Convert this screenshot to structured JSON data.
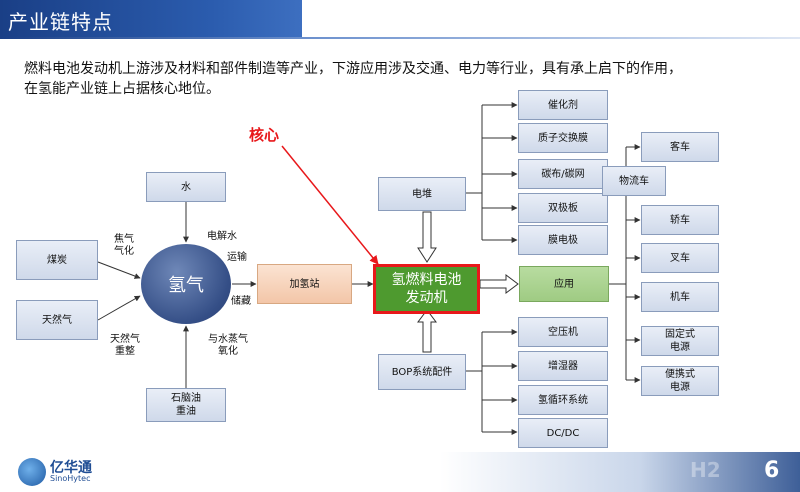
{
  "header": {
    "title": "产业链特点"
  },
  "description": {
    "line1": "燃料电池发动机上游涉及材料和部件制造等产业，下游应用涉及交通、电力等行业，具有承上启下的作用，",
    "line2": "在氢能产业链上占据核心地位。"
  },
  "core_label": "核心",
  "sources": {
    "coal": "煤炭",
    "natural_gas": "天然气",
    "water": "水",
    "petroleum_line1": "石脑油",
    "petroleum_line2": "重油"
  },
  "hydrogen": "氢气",
  "process_labels": {
    "coking_gasification_1": "焦气",
    "coking_gasification_2": "气化",
    "gas_reforming_1": "天然气",
    "gas_reforming_2": "重整",
    "electrolysis": "电解水",
    "transport": "运输",
    "storage": "储藏",
    "steam_oxidation_1": "与水蒸气",
    "steam_oxidation_2": "氧化"
  },
  "station": "加氢站",
  "engine": {
    "line1": "氢燃料电池",
    "line2": "发动机"
  },
  "stack": "电堆",
  "stack_parts": [
    "催化剂",
    "质子交换膜",
    "碳布/碳网",
    "双极板",
    "膜电极"
  ],
  "bop": "BOP系统配件",
  "bop_parts": [
    "空压机",
    "增湿器",
    "氢循环系统",
    "DC/DC"
  ],
  "application": "应用",
  "applications": {
    "bus": "客车",
    "logistics": "物流车",
    "car": "轿车",
    "forklift": "叉车",
    "locomotive": "机车",
    "stationary_1": "固定式",
    "stationary_2": "电源",
    "portable_1": "便携式",
    "portable_2": "电源"
  },
  "footer": {
    "company_cn": "亿华通",
    "company_en": "SinoHytec",
    "watermark": "H2",
    "page_number": "6"
  }
}
